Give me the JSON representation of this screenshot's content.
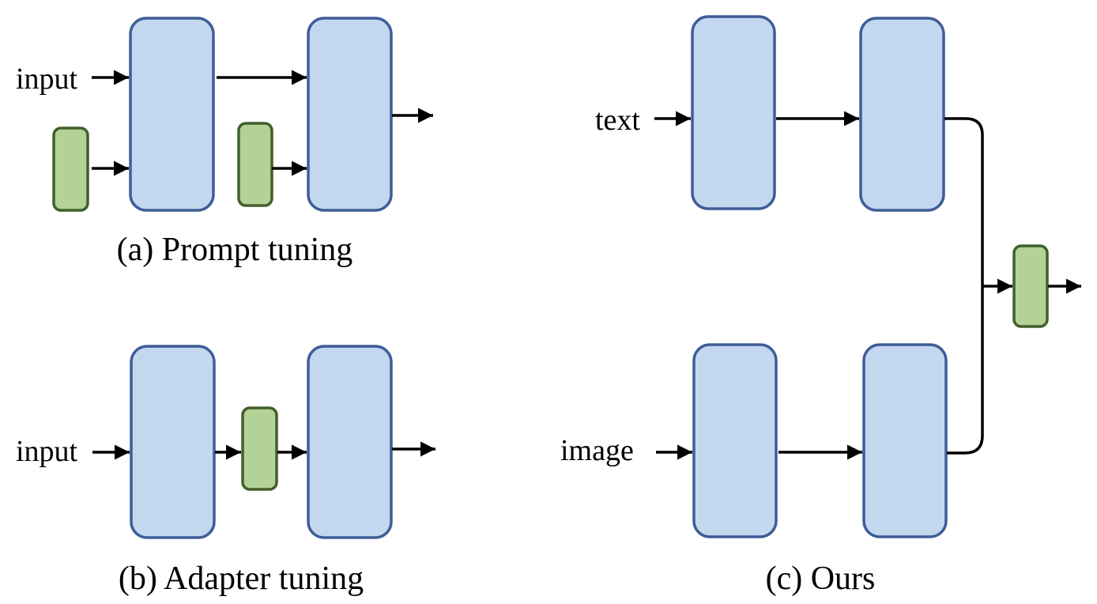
{
  "colors": {
    "block_fill": "#c3d7ee",
    "block_stroke": "#3e5d98",
    "module_fill": "#b2d297",
    "module_stroke": "#435f2a",
    "line": "#000000"
  },
  "panel_a": {
    "input_label": "input",
    "caption": "(a) Prompt tuning"
  },
  "panel_b": {
    "input_label": "input",
    "caption": "(b) Adapter tuning"
  },
  "panel_c": {
    "text_label": "text",
    "image_label": "image",
    "caption": "(c) Ours"
  }
}
